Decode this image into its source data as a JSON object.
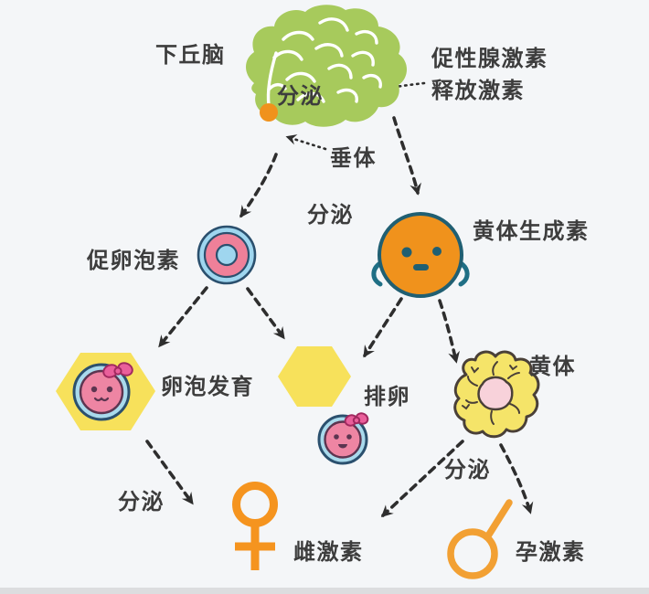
{
  "labels": {
    "hypothalamus": "下丘脑",
    "secrete": "分泌",
    "gnrh_line1": "促性腺激素",
    "gnrh_line2": "释放激素",
    "pituitary": "垂体",
    "fsh": "促卵泡素",
    "lh": "黄体生成素",
    "follicle_development": "卵泡发育",
    "ovulation": "排卵",
    "corpus_luteum": "黄体",
    "estrogen": "雌激素",
    "progesterone": "孕激素"
  },
  "icons": {
    "brain": "brain-icon",
    "pituitary_dot": "pituitary-dot-icon",
    "fsh_circle": "fsh-icon",
    "lh_character": "lh-icon",
    "follicle_hexagon": "follicle-hexagon-icon",
    "ovulation_hexagon": "ovulation-hexagon-icon",
    "egg_character": "egg-icon",
    "corpus_luteum_blob": "corpus-luteum-icon",
    "female_symbol": "female-symbol-icon",
    "progesterone_symbol": "progesterone-symbol-icon"
  },
  "colors": {
    "background": "#f4f6f8",
    "brain_green": "#a7ca5c",
    "orange": "#f0921c",
    "yellow": "#f7e15b",
    "corpus_yellow": "#f5e469",
    "corpus_center_pink": "#f8d2da",
    "pink_face": "#ee85a3",
    "pink_ring": "#ef8099",
    "bow_pink": "#ea5f9b",
    "light_blue": "#9fd6ef",
    "navy_outline": "#2b506e",
    "teal": "#1f6f85",
    "arrow": "#2e2e2e",
    "text": "#3d3d3d"
  },
  "edges": [
    {
      "from": "下丘脑",
      "label": "分泌",
      "to": "促性腺激素释放激素"
    },
    {
      "from": "垂体",
      "label": "分泌",
      "to": "促卵泡素"
    },
    {
      "from": "垂体",
      "label": "分泌",
      "to": "黄体生成素"
    },
    {
      "from": "促卵泡素",
      "to": "卵泡发育"
    },
    {
      "from": "促卵泡素",
      "to": "排卵"
    },
    {
      "from": "黄体生成素",
      "to": "排卵"
    },
    {
      "from": "黄体生成素",
      "to": "黄体"
    },
    {
      "from": "卵泡发育",
      "label": "分泌",
      "to": "雌激素"
    },
    {
      "from": "黄体",
      "label": "分泌",
      "to": "雌激素"
    },
    {
      "from": "黄体",
      "label": "分泌",
      "to": "孕激素"
    }
  ]
}
